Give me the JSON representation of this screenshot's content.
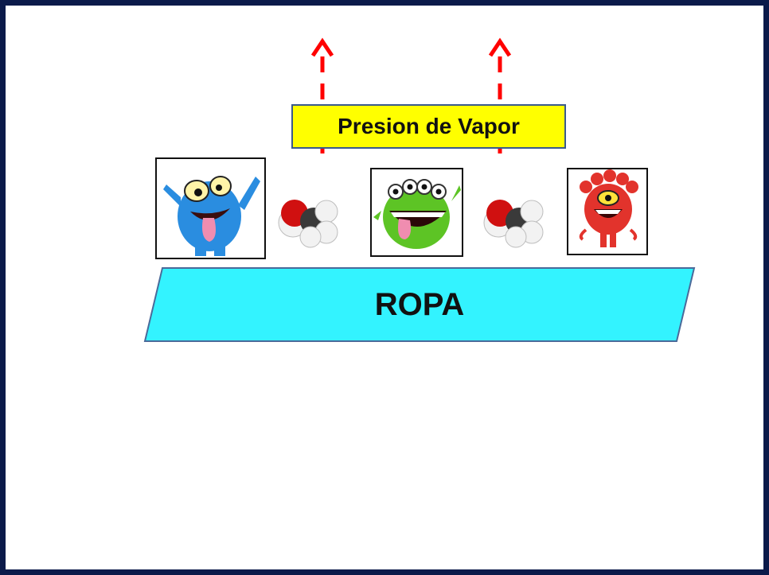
{
  "vapor_label": "Presion de Vapor",
  "surface_label": "ROPA",
  "colors": {
    "border": "#0b1a4a",
    "label_fill": "#ffff00",
    "surface_fill": "#33f3ff",
    "arrow": "#ff0000",
    "oxygen": "#d01010",
    "hydrogen": "#f2f2f2",
    "carbon": "#3a3a3a"
  },
  "items": [
    {
      "kind": "monster",
      "name": "blue-monster-icon"
    },
    {
      "kind": "molecule",
      "name": "methanol-molecule-icon"
    },
    {
      "kind": "monster",
      "name": "green-monster-icon"
    },
    {
      "kind": "molecule",
      "name": "methanol-molecule-icon"
    },
    {
      "kind": "monster",
      "name": "red-monster-icon"
    }
  ]
}
